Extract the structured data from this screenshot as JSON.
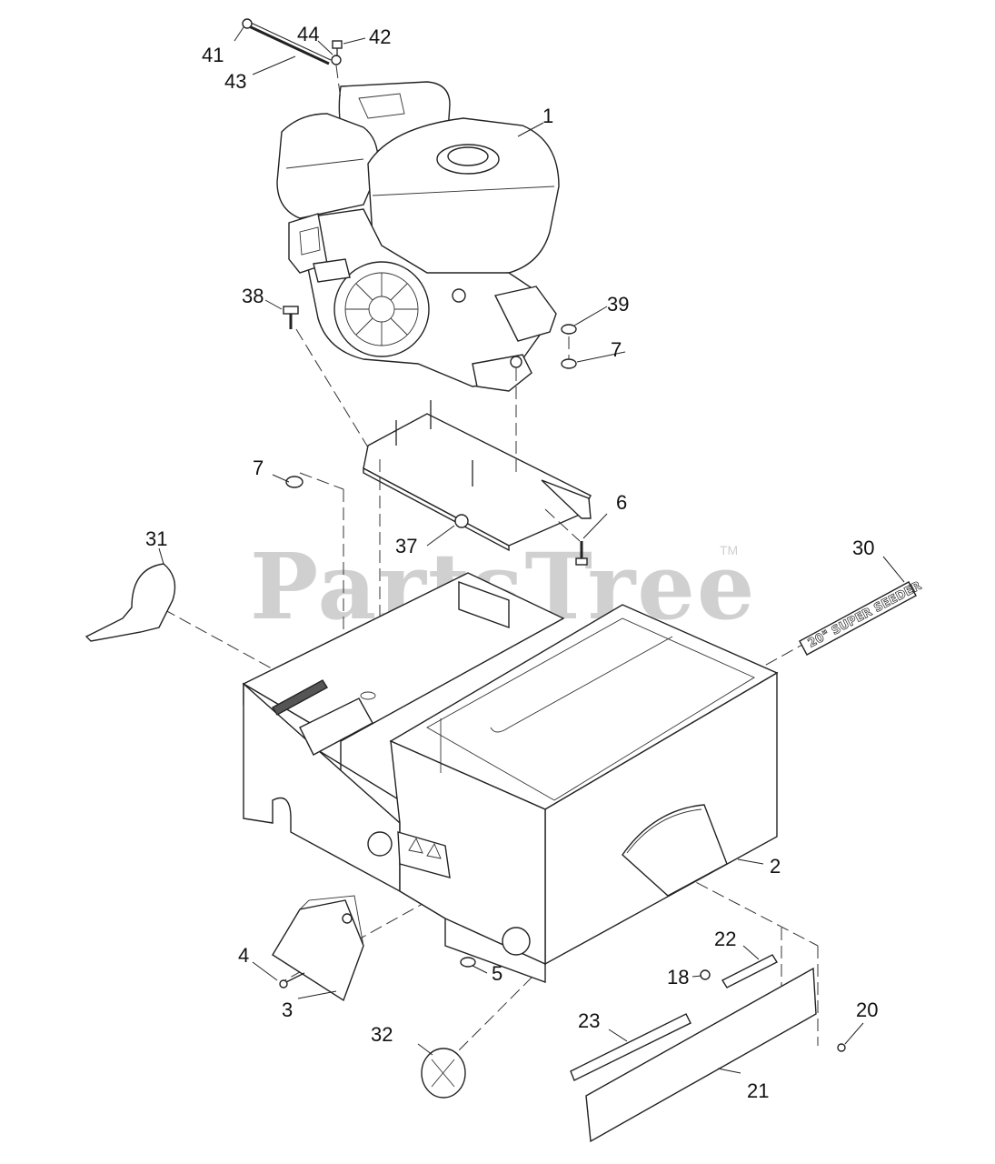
{
  "watermark": {
    "text": "PartsTree",
    "trademark": "TM"
  },
  "decal_text": "20\" SUPER SEEDER",
  "callouts": {
    "c1": "1",
    "c2": "2",
    "c3": "3",
    "c4": "4",
    "c5": "5",
    "c6": "6",
    "c7a": "7",
    "c7b": "7",
    "c18": "18",
    "c20": "20",
    "c21": "21",
    "c22": "22",
    "c23": "23",
    "c30": "30",
    "c31": "31",
    "c32": "32",
    "c37": "37",
    "c38": "38",
    "c39": "39",
    "c41": "41",
    "c42": "42",
    "c43": "43",
    "c44": "44"
  }
}
